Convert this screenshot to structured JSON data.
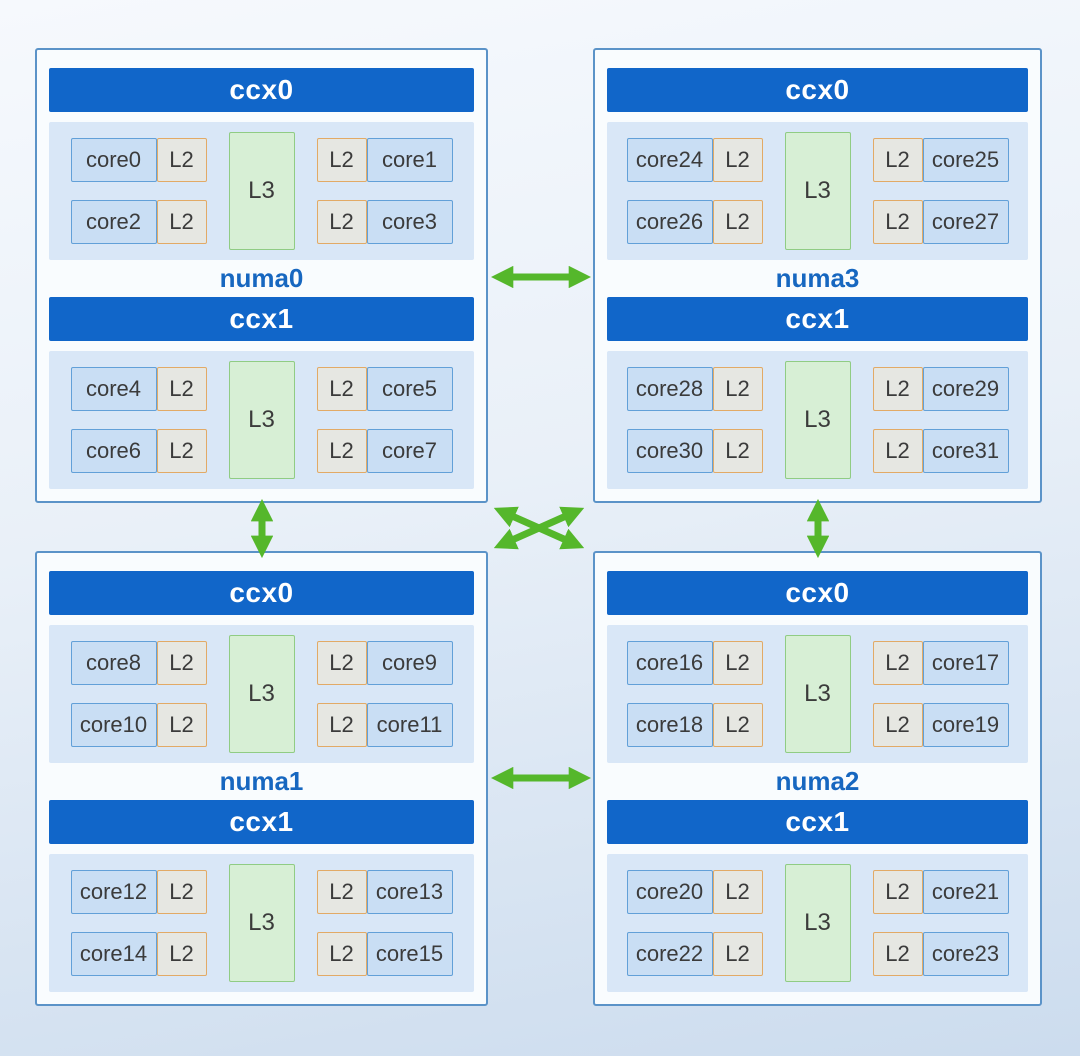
{
  "labels": {
    "l2": "L2",
    "l3": "L3"
  },
  "colors": {
    "ccx_header_bg": "#1166c9",
    "ccx_header_text": "#ffffff",
    "numa_label_text": "#1767c0",
    "node_border": "#5b93c8",
    "node_bg": "#f9fcfe",
    "panel_bg": "#d9e7f7",
    "core_fill": "#c9def4",
    "core_border": "#62a0d8",
    "l2_fill": "#e6e7e2",
    "l2_border": "#e2aa66",
    "l3_fill": "#d7efd5",
    "l3_border": "#90cc84",
    "arrow_green": "#55b72b",
    "cell_text": "#3b3b3b"
  },
  "nodes": [
    {
      "label": "numa0",
      "position": "top-left",
      "ccx": [
        {
          "label": "ccx0",
          "left": [
            "core0",
            "core2"
          ],
          "right": [
            "core1",
            "core3"
          ]
        },
        {
          "label": "ccx1",
          "left": [
            "core4",
            "core6"
          ],
          "right": [
            "core5",
            "core7"
          ]
        }
      ]
    },
    {
      "label": "numa3",
      "position": "top-right",
      "ccx": [
        {
          "label": "ccx0",
          "left": [
            "core24",
            "core26"
          ],
          "right": [
            "core25",
            "core27"
          ]
        },
        {
          "label": "ccx1",
          "left": [
            "core28",
            "core30"
          ],
          "right": [
            "core29",
            "core31"
          ]
        }
      ]
    },
    {
      "label": "numa1",
      "position": "bottom-left",
      "ccx": [
        {
          "label": "ccx0",
          "left": [
            "core8",
            "core10"
          ],
          "right": [
            "core9",
            "core11"
          ]
        },
        {
          "label": "ccx1",
          "left": [
            "core12",
            "core14"
          ],
          "right": [
            "core13",
            "core15"
          ]
        }
      ]
    },
    {
      "label": "numa2",
      "position": "bottom-right",
      "ccx": [
        {
          "label": "ccx0",
          "left": [
            "core16",
            "core18"
          ],
          "right": [
            "core17",
            "core19"
          ]
        },
        {
          "label": "ccx1",
          "left": [
            "core20",
            "core22"
          ],
          "right": [
            "core21",
            "core23"
          ]
        }
      ]
    }
  ],
  "connections": [
    {
      "from": "numa0",
      "to": "numa3",
      "type": "bidirectional"
    },
    {
      "from": "numa1",
      "to": "numa2",
      "type": "bidirectional"
    },
    {
      "from": "numa0",
      "to": "numa1",
      "type": "bidirectional"
    },
    {
      "from": "numa3",
      "to": "numa2",
      "type": "bidirectional"
    },
    {
      "from": "numa0",
      "to": "numa2",
      "type": "bidirectional"
    },
    {
      "from": "numa1",
      "to": "numa3",
      "type": "bidirectional"
    }
  ]
}
